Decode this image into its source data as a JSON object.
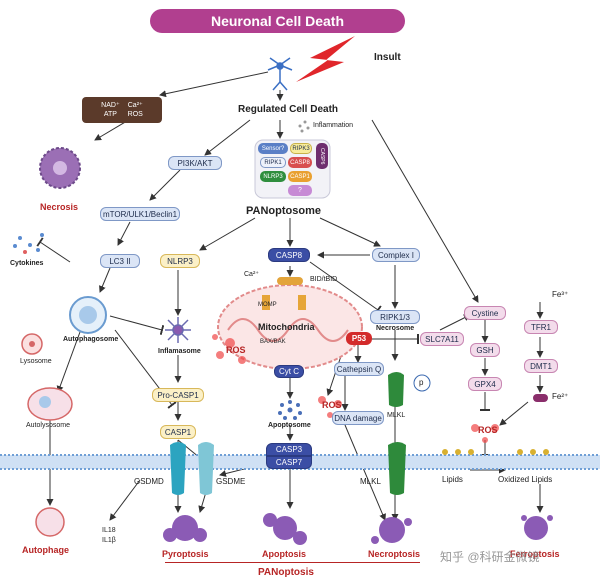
{
  "title": "Neuronal Cell Death",
  "insult": "Insult",
  "regulated_cell_death": "Regulated Cell Death",
  "inflammation": "Inflammation",
  "ion_box": {
    "left_line1": "NAD⁺",
    "left_line2": "ATP",
    "right_line1": "Ca²⁺",
    "right_line2": "ROS"
  },
  "panoptosome_complex": {
    "sensor": "Sensor?",
    "ripk3": "RIPK3",
    "casp6": "CASP6",
    "ripk1": "RIPK1",
    "casp8": "CASP8",
    "nlrp3": "NLRP3",
    "casp1": "CASP1",
    "unknown": "?"
  },
  "panoptosome": "PANoptosome",
  "necrosis": "Necrosis",
  "cytokines": "Cytokines",
  "pi3k": "PI3K/AKT",
  "mtor": "mTOR/ULK1/Beclin1",
  "lc3": "LC3 II",
  "nlrp3_box": "NLRP3",
  "casp8_box": "CASP8",
  "complex1": "Complex I",
  "bid": "BID/tBID",
  "ca2": "Ca²⁺",
  "momp": "MOMP",
  "mitochondria": "Mitochondria",
  "baxbak": "BAX/BAK",
  "ros_mito": "ROS",
  "ripk13": "RIPK1/3",
  "necrosome": "Necrosome",
  "p53": "P53",
  "slc7a11": "SLC7A11",
  "cystine": "Cystine",
  "gsh": "GSH",
  "gpx4": "GPX4",
  "ros_ferro": "ROS",
  "fe3": "Fe³⁺",
  "tfr1": "TFR1",
  "dmt1": "DMT1",
  "fe2": "Fe²⁺",
  "autophagosome": "Autophagosome",
  "lysosome": "Lysosome",
  "autolysosome": "Autolysosome",
  "inflamasome": "Inflamasome",
  "procasp1": "Pro-CASP1",
  "casp1_box": "CASP1",
  "cytc": "Cyt C",
  "apoptosome": "Apoptosome",
  "casp3": "CASP3",
  "casp7": "CASP7",
  "cathepsin": "Cathepsin Q",
  "ros_mid": "ROS",
  "dna_damage": "DNA damage",
  "p_label": "p",
  "mlkl_upper": "MLKL",
  "gsdmd": "GSDMD",
  "gsdme": "GSDME",
  "mlkl": "MLKL",
  "lipids": "Lipids",
  "oxidized_lipids": "Oxidized Lipids",
  "il18": "IL18",
  "il1b": "IL1β",
  "autophage": "Autophage",
  "pyroptosis": "Pyroptosis",
  "apoptosis": "Apoptosis",
  "necroptosis": "Necroptosis",
  "ferroptosis": "Ferroptosis",
  "panoptosis_footer": "PANoptosis",
  "watermark": "知乎 @科研金微镜",
  "colors": {
    "title_bg": "#b13f8f",
    "red_label": "#b72525",
    "membrane": "#6f9fd6"
  }
}
